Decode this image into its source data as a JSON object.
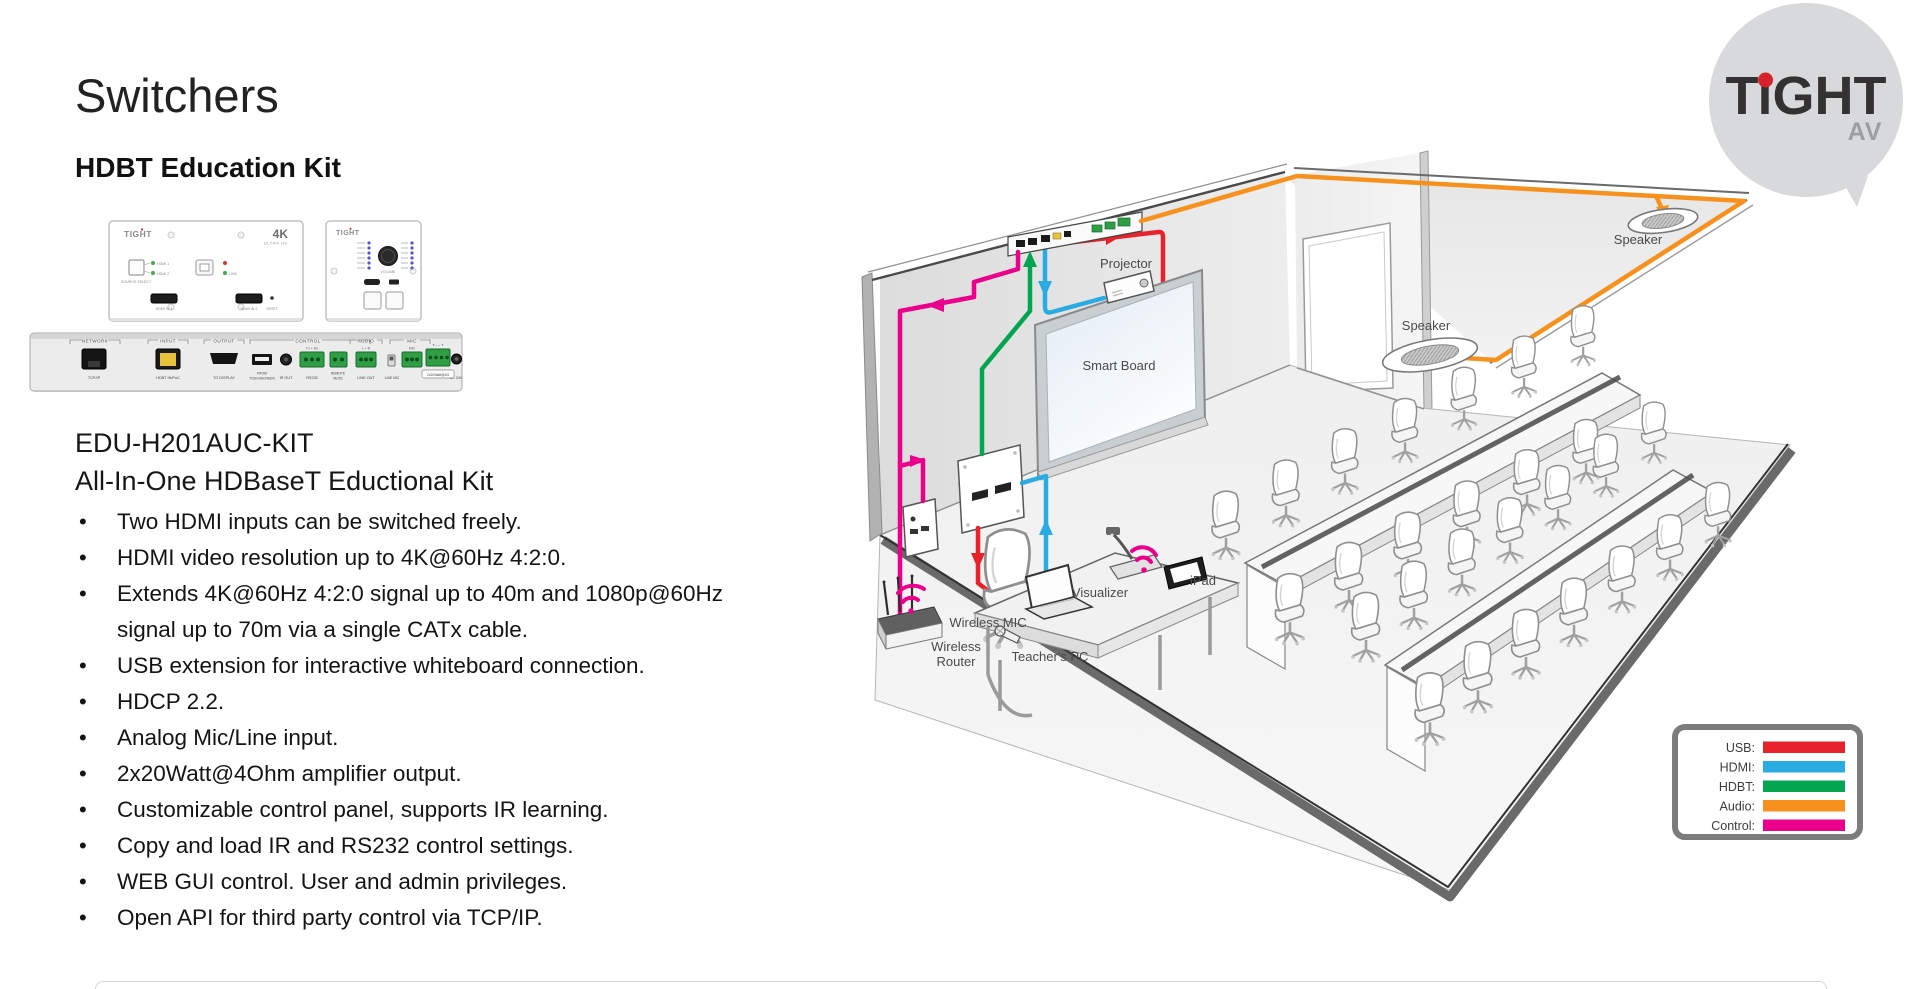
{
  "header": {
    "title": "Switchers",
    "subtitle": "HDBT Education Kit"
  },
  "logo": {
    "brand": "TiGHT",
    "sub": "AV",
    "bubble_color": "#d8d9da",
    "text_color": "#333132",
    "dot_color": "#d6222a"
  },
  "products": {
    "tx_plate": {
      "brand": "TIGHT",
      "badge": "4K",
      "badge_sub": "ULTRA HD",
      "source_select": "SOURCE SELECT",
      "led1": "HDMI 1",
      "led2": "HDMI 2",
      "link": "LINK",
      "hdmi_in_1": "HDMI IN 1",
      "hdmi_in_2": "HDMI IN 2",
      "reset": "RESET"
    },
    "control_plate": {
      "brand": "TIGHT",
      "volume": "VOLUME"
    },
    "rear_panel": {
      "sections": [
        "NETWORK",
        "INPUT",
        "OUTPUT",
        "CONTROL",
        "AUDIO",
        "MIC"
      ],
      "ports": {
        "tcpip": "TCP/IP",
        "hdbt_in": "HDBT IN/PoC",
        "to_display": "TO DISPLAY",
        "from_touchscreen_line1": "FROM",
        "from_touchscreen_line2": "TOUCHSCREEN",
        "ir_out": "IR OUT",
        "tx_rx": "Tx + Rx",
        "rs232": "RS232",
        "remote_mute_line1": "REMOTE",
        "remote_mute_line2": "MUTE",
        "l_r": "L + R",
        "line_out": "LINE OUT",
        "line_mic": "LINE  MIC",
        "mic": "MIC",
        "spk_polarity": "+ - - +",
        "amp": "2x20Watt@4Ω",
        "dc": "DC 24V"
      }
    }
  },
  "details": {
    "model": "EDU-H201AUC-KIT",
    "name": "All-In-One HDBaseT Eductional Kit",
    "features": [
      "Two HDMI inputs can be switched freely.",
      "HDMI video resolution up to 4K@60Hz 4:2:0.",
      "Extends 4K@60Hz 4:2:0 signal up to 40m and 1080p@60Hz signal up to 70m via a single CATx cable.",
      "USB extension for interactive whiteboard connection.",
      "HDCP 2.2.",
      "Analog Mic/Line input.",
      "2x20Watt@4Ohm amplifier output.",
      "Customizable control panel, supports IR learning.",
      "Copy and load IR and RS232 control settings.",
      "WEB GUI control. User and admin privileges.",
      "Open API for third party control via TCP/IP."
    ]
  },
  "diagram": {
    "labels": {
      "projector": "Projector",
      "smart_board": "Smart Board",
      "speaker_ceiling": "Speaker",
      "speaker_right": "Speaker",
      "visualizer": "Visualizer",
      "ipad": "iPad",
      "wireless_mic": "Wireless MIC",
      "wireless_router": [
        "Wireless",
        "Router"
      ],
      "teachers_pc": "Teacher's PC"
    },
    "legend": {
      "items": [
        {
          "label": "USB:",
          "color": "#e8222b"
        },
        {
          "label": "HDMI:",
          "color": "#2aabe2"
        },
        {
          "label": "HDBT:",
          "color": "#04a551"
        },
        {
          "label": "Audio:",
          "color": "#f6911e"
        },
        {
          "label": "Control:",
          "color": "#eb008b"
        }
      ]
    }
  }
}
